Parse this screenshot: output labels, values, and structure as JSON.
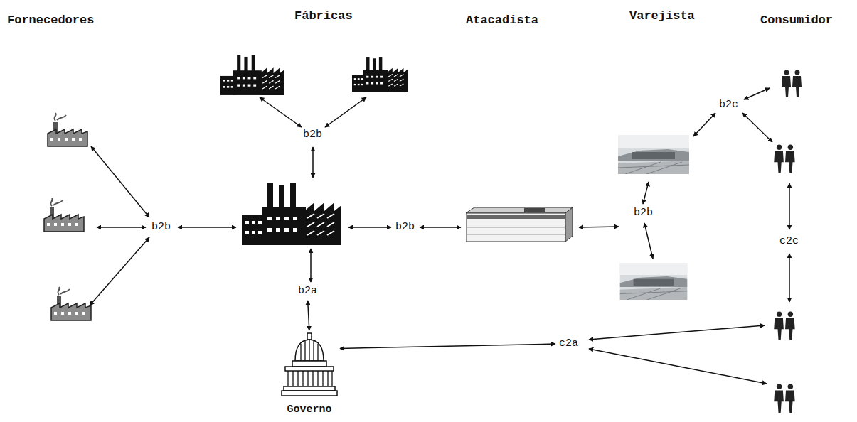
{
  "diagram": {
    "nodes": [
      {
        "text": [
          "b2b"
        ]
      },
      {
        "text": [
          "b2c"
        ]
      },
      {
        "text": [
          "b2b"
        ]
      },
      {
        "text": [
          "b2b"
        ]
      },
      {
        "text": [
          "b2b"
        ]
      },
      {
        "text": [
          "c2c"
        ]
      },
      {
        "text": [
          "b2a"
        ]
      },
      {
        "text": [
          "c2a"
        ]
      },
      {
        "text": [
          "Governo"
        ]
      }
    ],
    "edges": [
      {
        "from": 6,
        "to": 8,
        "arrow": "both"
      },
      {
        "from": 8,
        "to": 7,
        "arrow": "both"
      }
    ],
    "labels": [
      "Fornecedores",
      "Fábricas",
      "Atacadista",
      "Varejista",
      "Consumidor"
    ]
  }
}
